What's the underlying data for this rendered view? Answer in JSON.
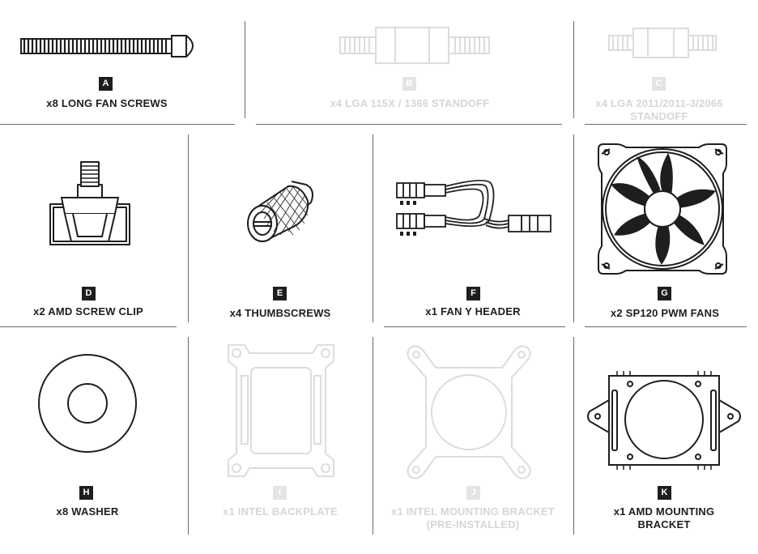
{
  "items": [
    {
      "letter": "A",
      "label": "x8 LONG FAN SCREWS",
      "icon": "long-fan-screw",
      "active": true
    },
    {
      "letter": "B",
      "label": "x4 LGA 115X / 1366 STANDOFF",
      "icon": "standoff",
      "active": false
    },
    {
      "letter": "C",
      "label": "x4 LGA 2011/2011-3/2066 STANDOFF",
      "icon": "standoff",
      "active": false
    },
    {
      "letter": "D",
      "label": "x2 AMD SCREW CLIP",
      "icon": "amd-screw-clip",
      "active": true
    },
    {
      "letter": "E",
      "label": "x4 THUMBSCREWS",
      "icon": "thumbscrew",
      "active": true
    },
    {
      "letter": "F",
      "label": "x1 FAN Y HEADER",
      "icon": "fan-y-cable",
      "active": true
    },
    {
      "letter": "G",
      "label": "x2 SP120 PWM FANS",
      "icon": "fan",
      "active": true
    },
    {
      "letter": "H",
      "label": "x8 WASHER",
      "icon": "washer",
      "active": true
    },
    {
      "letter": "I",
      "label": "x1 INTEL BACKPLATE",
      "icon": "intel-backplate",
      "active": false
    },
    {
      "letter": "J",
      "label": "x1 INTEL MOUNTING BRACKET (PRE-INSTALLED)",
      "icon": "intel-mounting-bracket",
      "active": false
    },
    {
      "letter": "K",
      "label": "x1 AMD MOUNTING BRACKET",
      "icon": "amd-mounting-bracket",
      "active": true
    }
  ],
  "colors": {
    "ink": "#1e1e1e",
    "dim_ink": "#d6d6d6",
    "badge_dim": "#e4e4e4",
    "rule": "#6a6a6a"
  }
}
